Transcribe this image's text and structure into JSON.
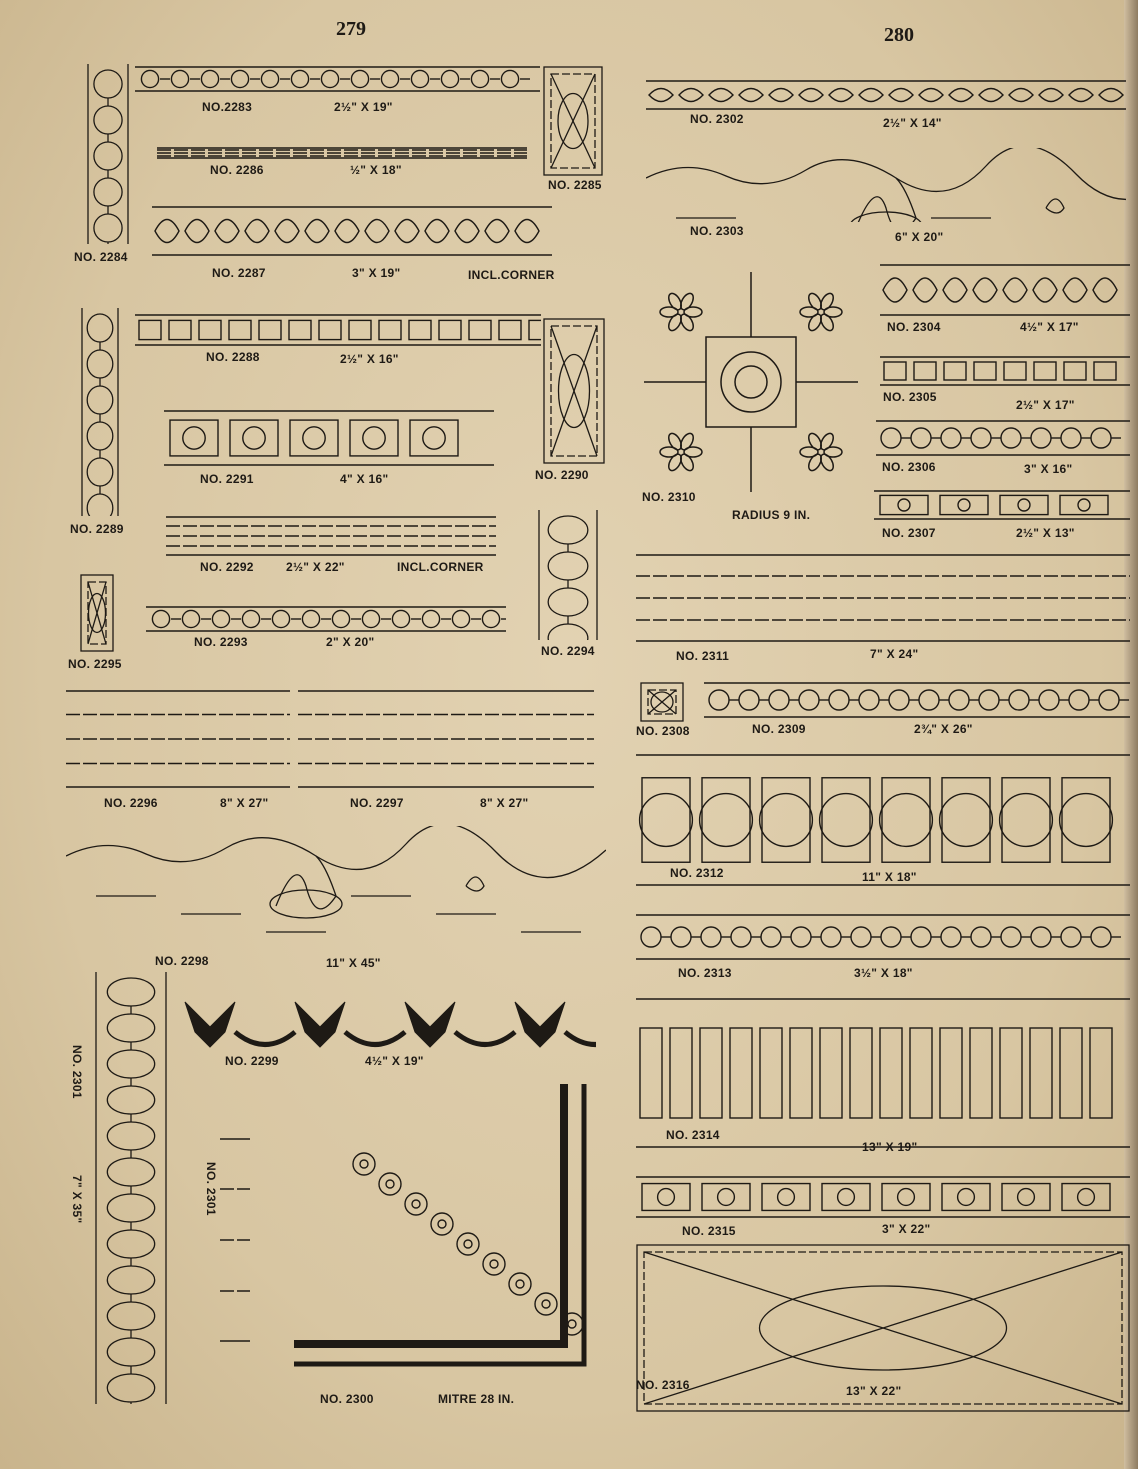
{
  "pages": {
    "left": "279",
    "right": "280"
  },
  "stencils": [
    {
      "no": "NO.2283",
      "size": "2½\" X 19\""
    },
    {
      "no": "NO. 2284"
    },
    {
      "no": "NO. 2285"
    },
    {
      "no": "NO. 2286",
      "size": "½\" X 18\""
    },
    {
      "no": "NO. 2287",
      "size": "3\" X 19\"",
      "note": "INCL.CORNER"
    },
    {
      "no": "NO. 2288",
      "size": "2½\" X 16\""
    },
    {
      "no": "NO. 2289"
    },
    {
      "no": "NO. 2290"
    },
    {
      "no": "NO. 2291",
      "size": "4\" X 16\""
    },
    {
      "no": "NO. 2292",
      "size": "2½\" X 22\"",
      "note": "INCL.CORNER"
    },
    {
      "no": "NO. 2293",
      "size": "2\" X 20\""
    },
    {
      "no": "NO. 2294"
    },
    {
      "no": "NO. 2295"
    },
    {
      "no": "NO. 2296",
      "size": "8\" X 27\""
    },
    {
      "no": "NO. 2297",
      "size": "8\" X 27\""
    },
    {
      "no": "NO. 2298",
      "size": "11\" X 45\""
    },
    {
      "no": "NO. 2299",
      "size": "4½\" X 19\""
    },
    {
      "no": "NO. 2300",
      "note": "MITRE 28 IN."
    },
    {
      "no": "NO. 2301",
      "size": "7\" X 35\""
    },
    {
      "no": "NO. 2301"
    },
    {
      "no": "NO. 2302",
      "size": "2½\" X 14\""
    },
    {
      "no": "NO. 2303",
      "size": "6\" X 20\""
    },
    {
      "no": "NO. 2304",
      "size": "4½\" X 17\""
    },
    {
      "no": "NO. 2305",
      "size": "2½\" X 17\""
    },
    {
      "no": "NO. 2306",
      "size": "3\" X 16\""
    },
    {
      "no": "NO. 2307",
      "size": "2½\" X 13\""
    },
    {
      "no": "NO. 2308"
    },
    {
      "no": "NO. 2309",
      "size": "2¾\" X 26\""
    },
    {
      "no": "NO. 2310",
      "note": "RADIUS 9 IN."
    },
    {
      "no": "NO. 2311",
      "size": "7\" X 24\""
    },
    {
      "no": "NO. 2312",
      "size": "11\" X 18\""
    },
    {
      "no": "NO. 2313",
      "size": "3½\" X 18\""
    },
    {
      "no": "NO. 2314",
      "size": "13\" X 19\""
    },
    {
      "no": "NO. 2315",
      "size": "3\" X 22\""
    },
    {
      "no": "NO. 2316",
      "size": "13\" X 22\""
    }
  ]
}
